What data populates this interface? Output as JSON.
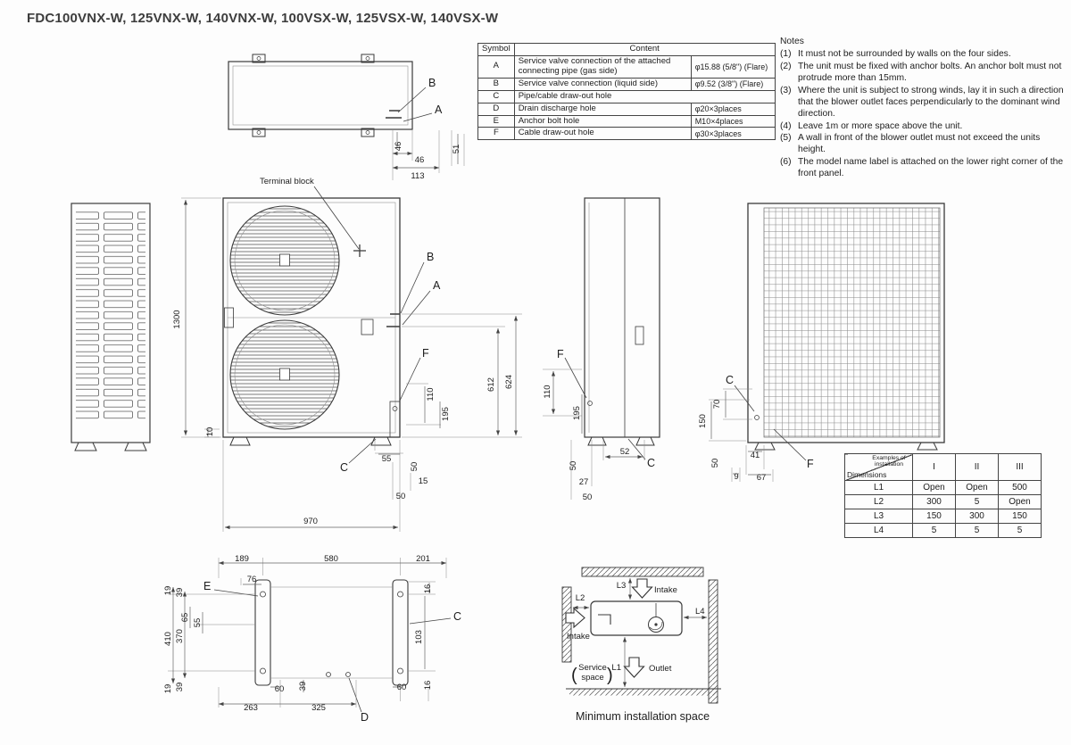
{
  "page": {
    "title": "FDC100VNX-W, 125VNX-W, 140VNX-W, 100VSX-W, 125VSX-W, 140VSX-W",
    "caption": "Minimum installation space"
  },
  "symbol_table": {
    "headers": {
      "symbol": "Symbol",
      "content": "Content"
    },
    "rows": [
      {
        "symbol": "A",
        "content": "Service valve connection of the attached connecting pipe (gas side)",
        "spec": "φ15.88 (5/8\") (Flare)"
      },
      {
        "symbol": "B",
        "content": "Service valve connection (liquid side)",
        "spec": "φ9.52 (3/8\") (Flare)"
      },
      {
        "symbol": "C",
        "content": "Pipe/cable draw-out hole",
        "spec": ""
      },
      {
        "symbol": "D",
        "content": "Drain discharge hole",
        "spec": "φ20×3places"
      },
      {
        "symbol": "E",
        "content": "Anchor bolt hole",
        "spec": "M10×4places"
      },
      {
        "symbol": "F",
        "content": "Cable draw-out hole",
        "spec": "φ30×3places"
      }
    ]
  },
  "notes": {
    "title": "Notes",
    "items": [
      {
        "num": "(1)",
        "text": "It must not be surrounded by walls on the four sides."
      },
      {
        "num": "(2)",
        "text": "The unit must be fixed with anchor bolts. An anchor bolt must not protrude more than 15mm."
      },
      {
        "num": "(3)",
        "text": "Where the unit is subject to strong winds, lay it in such a direction that the blower outlet faces perpendicularly to the dominant wind direction."
      },
      {
        "num": "(4)",
        "text": "Leave 1m or more space above the unit."
      },
      {
        "num": "(5)",
        "text": "A wall in front of the blower outlet must not exceed the units height."
      },
      {
        "num": "(6)",
        "text": "The model name label is attached on the lower right corner of the front panel."
      }
    ]
  },
  "install_table": {
    "corner_top": "Examples of installation",
    "corner_bottom": "Dimensions",
    "cols": [
      "I",
      "II",
      "III"
    ],
    "rows": [
      {
        "label": "L1",
        "v": [
          "Open",
          "Open",
          "500"
        ]
      },
      {
        "label": "L2",
        "v": [
          "300",
          "5",
          "Open"
        ]
      },
      {
        "label": "L3",
        "v": [
          "150",
          "300",
          "150"
        ]
      },
      {
        "label": "L4",
        "v": [
          "5",
          "5",
          "5"
        ]
      }
    ]
  },
  "views": {
    "top": {
      "lb": "B",
      "la": "A",
      "d46v": "46",
      "d46h": "46",
      "d51": "51",
      "d113": "113"
    },
    "front": {
      "terminal": "Terminal block",
      "d1300": "1300",
      "d10": "10",
      "d970": "970",
      "lb": "B",
      "la": "A",
      "lf": "F",
      "lc": "C",
      "d612": "612",
      "d624": "624",
      "d55": "55",
      "d110": "110",
      "d195": "195",
      "d50a": "50",
      "d15": "15",
      "d50b": "50"
    },
    "side": {
      "lf": "F",
      "lc": "C",
      "d110": "110",
      "d195": "195",
      "d50a": "50",
      "d27": "27",
      "d50b": "50",
      "d52": "52"
    },
    "back": {
      "lc": "C",
      "lf": "F",
      "d70": "70",
      "d150": "150",
      "d50": "50",
      "d41": "41",
      "d9": "9",
      "d67": "67"
    },
    "bottom": {
      "le": "E",
      "lc": "C",
      "ld": "D",
      "d189": "189",
      "d580": "580",
      "d201": "201",
      "d76": "76",
      "d19a": "19",
      "d39a": "39",
      "d65": "65",
      "d55": "55",
      "d410": "410",
      "d370": "370",
      "d19b": "19",
      "d39b": "39",
      "d16a": "16",
      "d103": "103",
      "d60a": "60",
      "d39c": "39",
      "d60b": "60",
      "d16b": "16",
      "d263": "263",
      "d325": "325"
    },
    "minspace": {
      "l1": "L1",
      "l2": "L2",
      "l3": "L3",
      "l4": "L4",
      "intake_top": "Intake",
      "intake_left": "Intake",
      "outlet": "Outlet",
      "paren_open": "(",
      "paren_close": ")",
      "service_line1": "Service",
      "service_line2": "space"
    }
  }
}
